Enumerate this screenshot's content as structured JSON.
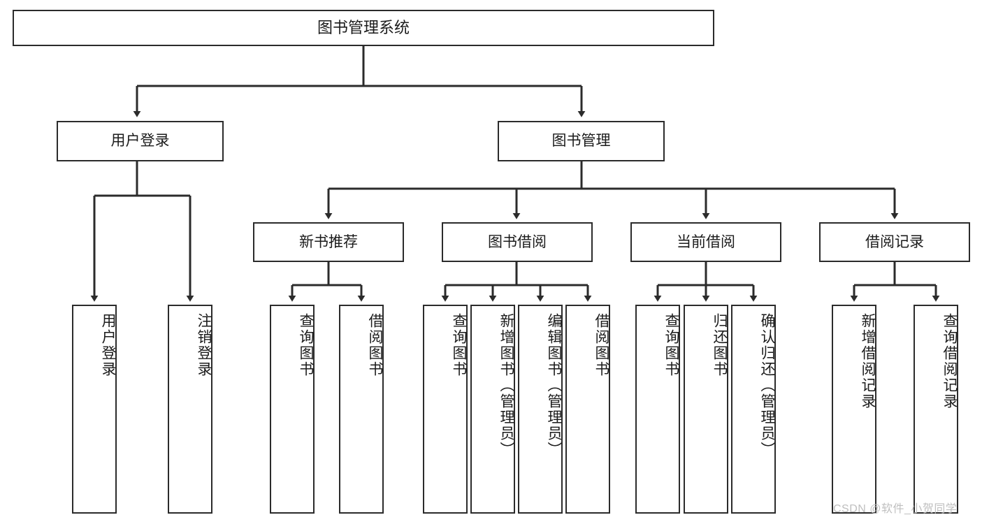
{
  "diagram": {
    "type": "tree-hierarchy-chart",
    "title": "图书管理系统",
    "watermark": "CSDN @软件_小贺同学",
    "colors": {
      "box_border": "#2b2b2b",
      "box_fill": "#ffffff",
      "connector": "#2b2b2b",
      "text": "#1b1b1b",
      "watermark": "#bfbfbf",
      "background": "#ffffff"
    },
    "nodes": {
      "root": {
        "label": "图书管理系统",
        "level": 1,
        "orientation": "horizontal"
      },
      "l2": [
        {
          "id": "user-login",
          "label": "用户登录",
          "orientation": "horizontal"
        },
        {
          "id": "book-management",
          "label": "图书管理",
          "orientation": "horizontal"
        }
      ],
      "l3": [
        {
          "id": "new-book-recommend",
          "label": "新书推荐",
          "orientation": "horizontal",
          "parent": "book-management"
        },
        {
          "id": "book-borrow",
          "label": "图书借阅",
          "orientation": "horizontal",
          "parent": "book-management"
        },
        {
          "id": "current-borrow",
          "label": "当前借阅",
          "orientation": "horizontal",
          "parent": "book-management"
        },
        {
          "id": "borrow-record",
          "label": "借阅记录",
          "orientation": "horizontal",
          "parent": "book-management"
        }
      ],
      "leaves": [
        {
          "id": "leaf-user-login",
          "label": "用户登录",
          "parent": "user-login"
        },
        {
          "id": "leaf-user-logout",
          "label": "注销登录",
          "parent": "user-login"
        },
        {
          "id": "leaf-query-book-1",
          "label": "查询图书",
          "parent": "new-book-recommend"
        },
        {
          "id": "leaf-borrow-book-1",
          "label": "借阅图书",
          "parent": "new-book-recommend"
        },
        {
          "id": "leaf-query-book-2",
          "label": "查询图书",
          "parent": "book-borrow"
        },
        {
          "id": "leaf-add-book",
          "label": "新增图书（管理员）",
          "parent": "book-borrow"
        },
        {
          "id": "leaf-edit-book",
          "label": "编辑图书（管理员）",
          "parent": "book-borrow"
        },
        {
          "id": "leaf-borrow-book-2",
          "label": "借阅图书",
          "parent": "book-borrow"
        },
        {
          "id": "leaf-query-book-3",
          "label": "查询图书",
          "parent": "current-borrow"
        },
        {
          "id": "leaf-return-book",
          "label": "归还图书",
          "parent": "current-borrow"
        },
        {
          "id": "leaf-confirm-return",
          "label": "确认归还（管理员）",
          "parent": "current-borrow"
        },
        {
          "id": "leaf-add-record",
          "label": "新增借阅记录",
          "parent": "borrow-record"
        },
        {
          "id": "leaf-query-record",
          "label": "查询借阅记录",
          "parent": "borrow-record"
        }
      ]
    }
  }
}
